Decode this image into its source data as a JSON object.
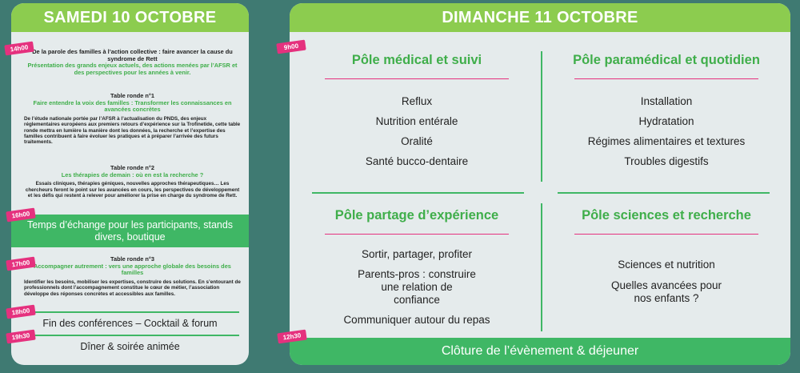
{
  "saturday": {
    "title": "SAMEDI 10 OCTOBRE",
    "times": [
      "14h00",
      "16h00",
      "17h00",
      "18h00",
      "19h30"
    ],
    "session1": {
      "title": "De la parole des familles à l’action collective : faire avancer la cause du syndrome de Rett",
      "subtitle": "Présentation des grands enjeux actuels, des actions menées par l’AFSR et des perspectives pour les années à venir."
    },
    "table1": {
      "label": "Table ronde n°1",
      "title": "Faire entendre la voix des familles : Transformer les connaissances en avancées concrètes",
      "body": "De l’étude nationale portée par l’AFSR à l’actualisation du PNDS, des enjeux réglementaires européens aux premiers retours d’expérience sur la Trofinetide, cette table ronde mettra en lumière la manière dont les données, la recherche et l’expertise des familles contribuent à faire évoluer les pratiques et à préparer l’arrivée des futurs traitements."
    },
    "table2": {
      "label": "Table ronde n°2",
      "title": "Les thérapies de demain : où en est la recherche ?",
      "body": "Essais cliniques, thérapies géniques, nouvelles approches thérapeutiques… Les chercheurs feront le point sur les avancées en cours, les perspectives de développement et les défis qui restent à relever pour améliorer la prise en charge du syndrome de Rett."
    },
    "exchange": "Temps d’échange pour les participants, stands divers, boutique",
    "table3": {
      "label": "Table ronde n°3",
      "title": "Accompagner autrement : vers une approche globale des besoins des familles",
      "body": "Identifier les besoins, mobiliser les expertises, construire des solutions. En s’entourant de professionnels dont l’accompagnement constitue le cœur de métier, l’association développe des réponses concrètes et accessibles aux familles."
    },
    "end": "Fin des conférences – Cocktail & forum",
    "dinner": "Dîner & soirée animée"
  },
  "sunday": {
    "title": "DIMANCHE 11 OCTOBRE",
    "times": [
      "9h00",
      "12h30"
    ],
    "poles": [
      {
        "title": "Pôle médical et suivi",
        "items": [
          "Reflux",
          "Nutrition entérale",
          "Oralité",
          "Santé bucco-dentaire"
        ]
      },
      {
        "title": "Pôle paramédical et quotidien",
        "items": [
          "Installation",
          "Hydratation",
          "Régimes alimentaires et textures",
          "Troubles digestifs"
        ]
      },
      {
        "title": "Pôle partage d’expérience",
        "items": [
          "Sortir, partager, profiter",
          "Parents-pros : construire une relation de confiance",
          "Communiquer autour du repas"
        ]
      },
      {
        "title": "Pôle sciences et recherche",
        "items": [
          "Sciences et nutrition",
          "Quelles avancées pour nos enfants ?"
        ]
      }
    ],
    "closing": "Clôture de l’évènement & déjeuner"
  },
  "colors": {
    "background": "#3f7a72",
    "header_green": "#8ccc4f",
    "band_green": "#3fb765",
    "title_green": "#3fae4a",
    "tag_pink": "#e5317e"
  }
}
